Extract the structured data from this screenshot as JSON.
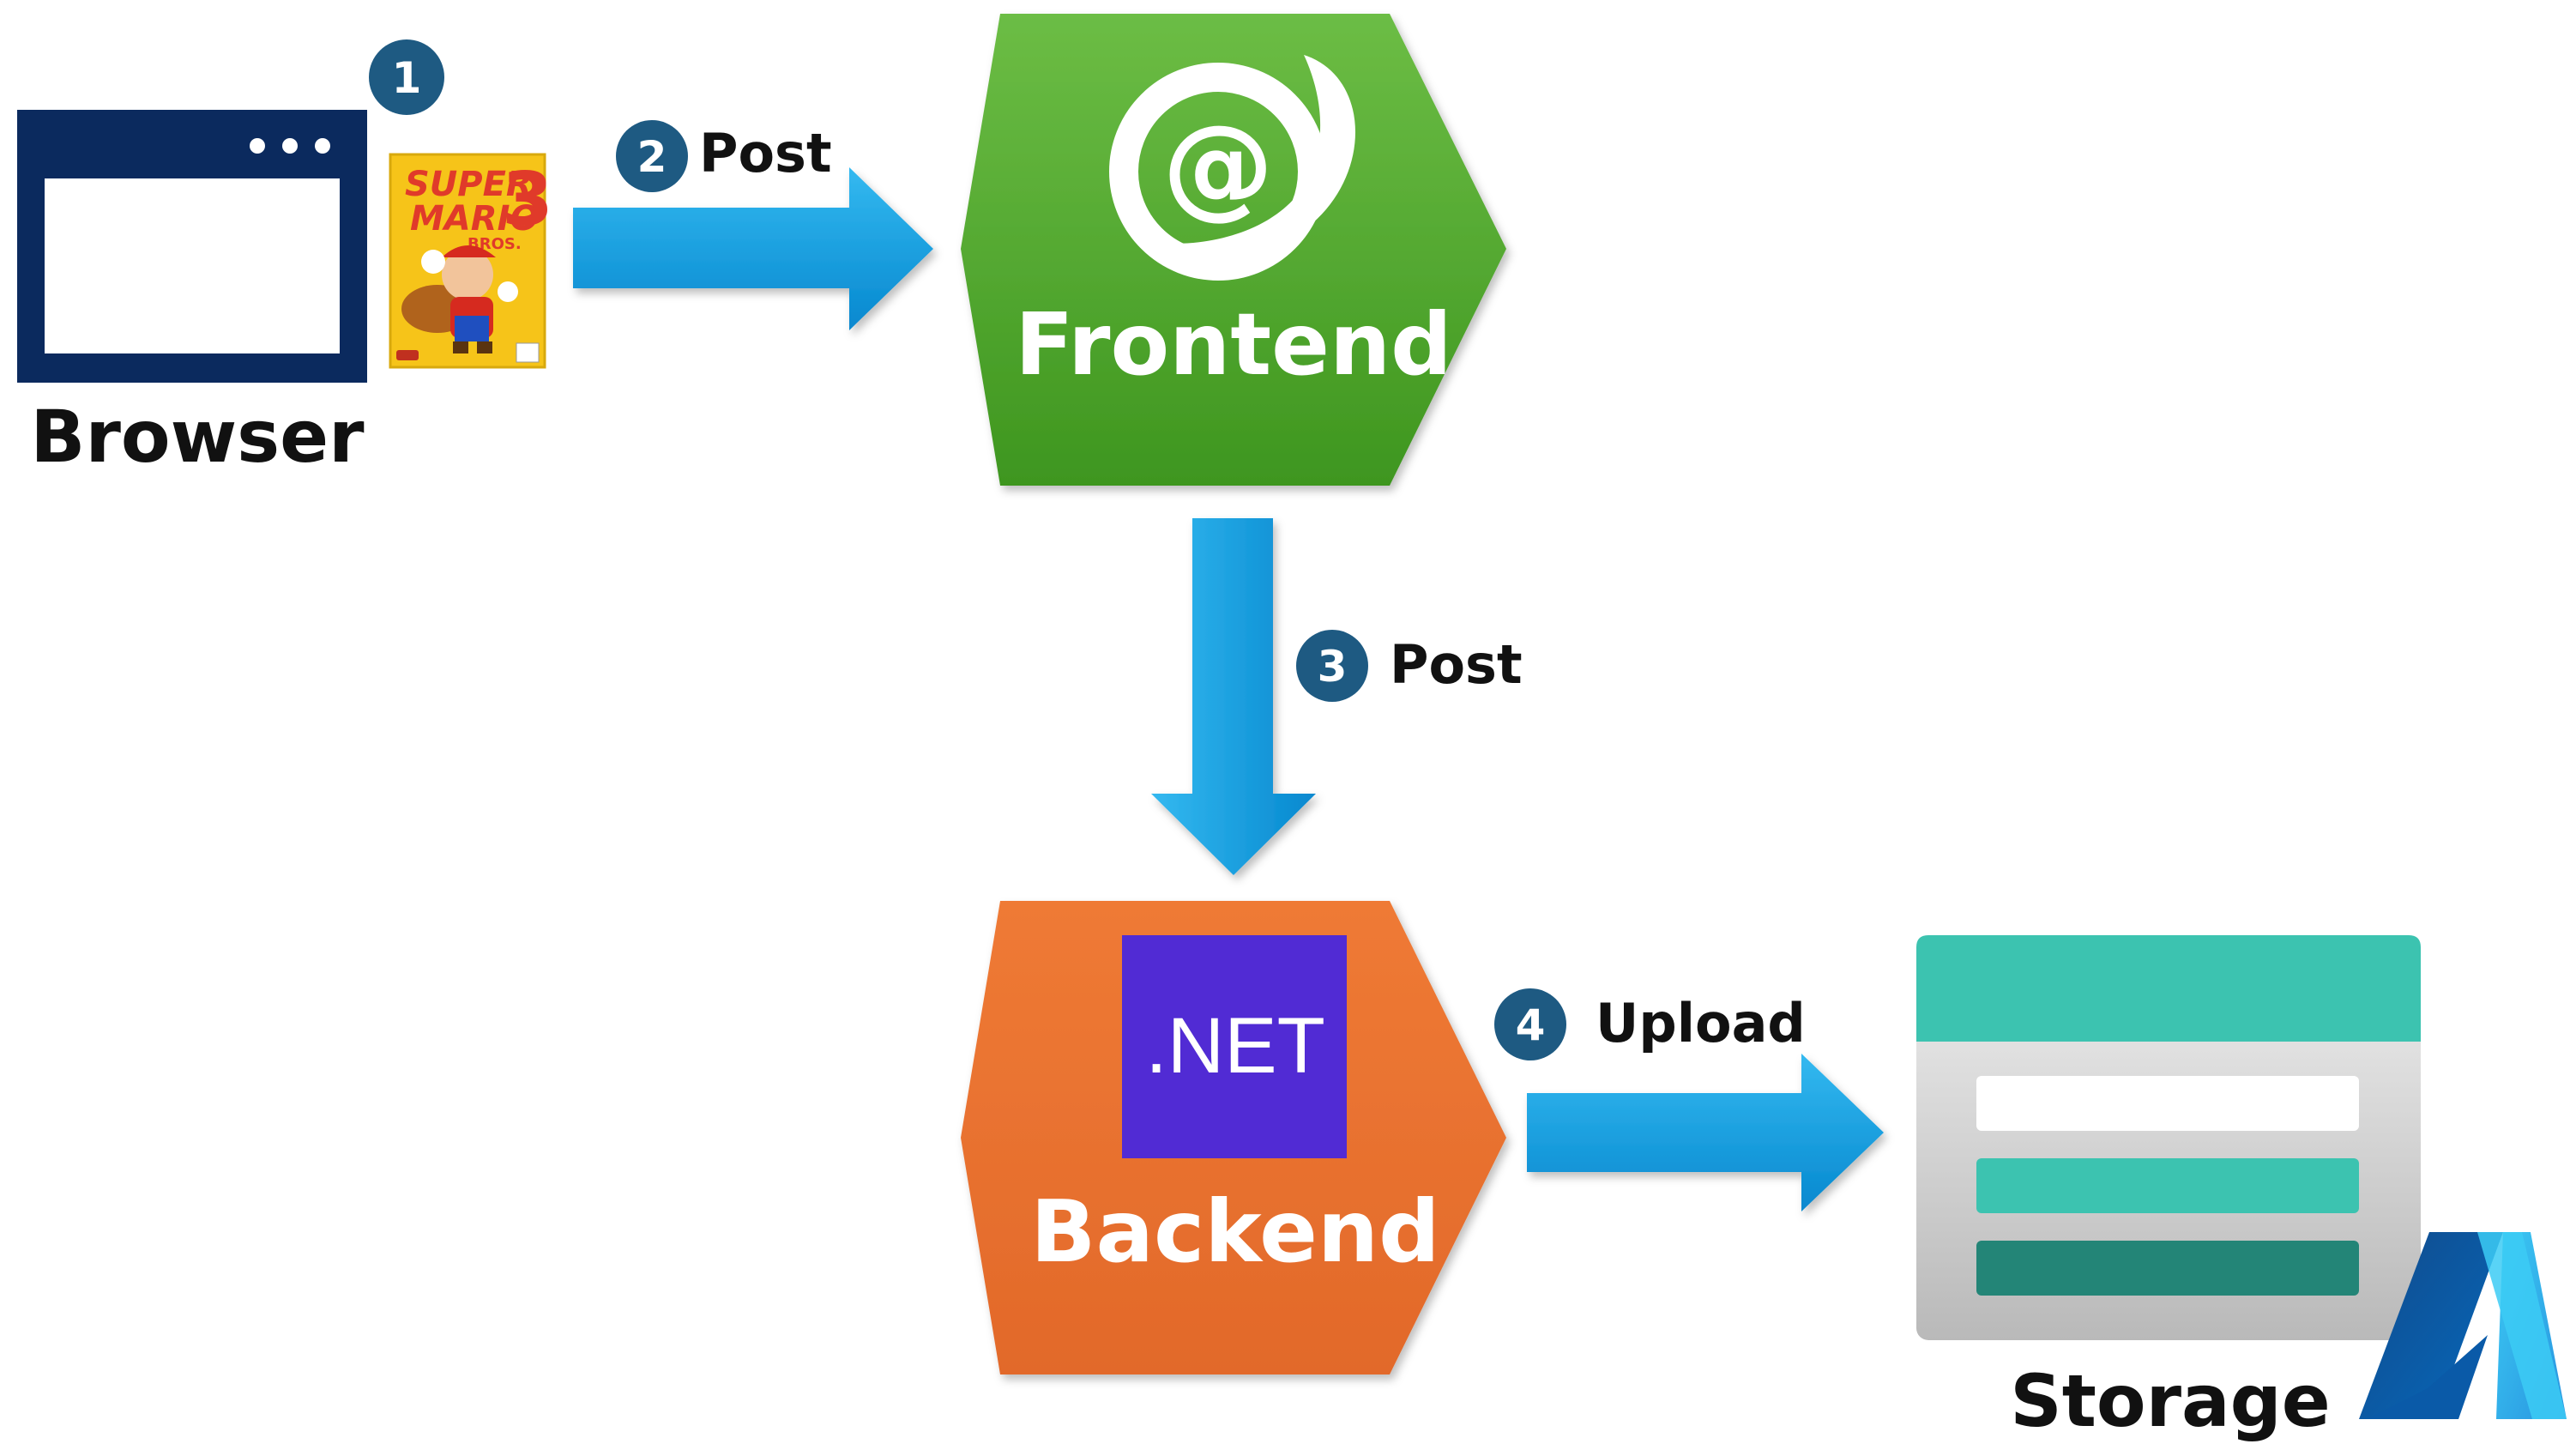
{
  "nodes": {
    "browser": {
      "label": "Browser"
    },
    "frontend": {
      "label": "Frontend"
    },
    "backend": {
      "label": "Backend",
      "logo_text": ".NET"
    },
    "storage": {
      "label": "Storage"
    }
  },
  "attachment": {
    "game_box": {
      "title_line1": "SUPER",
      "title_line2": "MARIO",
      "number": "3",
      "subtitle": "BROS."
    }
  },
  "steps": [
    {
      "number": "1",
      "label": ""
    },
    {
      "number": "2",
      "label": "Post"
    },
    {
      "number": "3",
      "label": "Post"
    },
    {
      "number": "4",
      "label": "Upload"
    }
  ],
  "colors": {
    "frontend_green": "#4fa52c",
    "backend_orange": "#e87331",
    "dotnet_purple": "#512bd4",
    "arrow_blue": "#0d9be0",
    "badge_navy": "#1e5a82",
    "browser_navy": "#0b2a5e",
    "storage_teal": "#3cc3b0",
    "storage_dark_teal": "#238577",
    "azure_blue": "#1f86e0"
  },
  "icons": {
    "browser": "browser-window-icon",
    "frontend": "blazor-icon",
    "backend": "dotnet-logo-icon",
    "storage": "azure-storage-icon",
    "cloud": "azure-logo-icon"
  }
}
